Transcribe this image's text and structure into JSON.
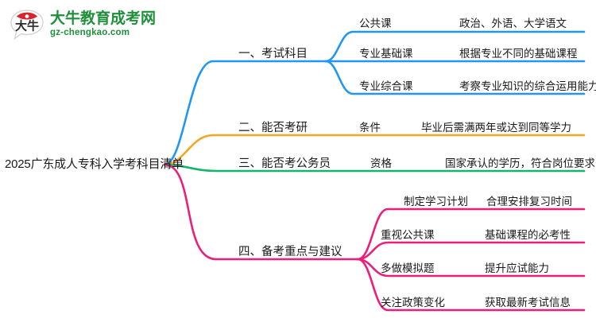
{
  "logo": {
    "mark_text": "大牛",
    "name": "大牛教育成考网",
    "domain": "gz-chengkao.com",
    "brand_color": "#1f8f3a",
    "mark_color": "#d7252b"
  },
  "colors": {
    "branch_1": "#2196f3",
    "branch_2": "#f5a623",
    "branch_3": "#13b56a",
    "branch_4": "#ec1e79",
    "text": "#1a1a1a"
  },
  "mindmap": {
    "root": "2025广东成人专科入学考科目清单",
    "branches": [
      {
        "label": "一、考试科目",
        "color": "#2196f3",
        "children": [
          {
            "label": "公共课",
            "detail": "政治、外语、大学语文"
          },
          {
            "label": "专业基础课",
            "detail": "根据专业不同的基础课程"
          },
          {
            "label": "专业综合课",
            "detail": "考察专业知识的综合运用能力"
          }
        ]
      },
      {
        "label": "二、能否考研",
        "color": "#f5a623",
        "children": [
          {
            "label": "条件",
            "detail": "毕业后需满两年或达到同等学力"
          }
        ]
      },
      {
        "label": "三、能否考公务员",
        "color": "#13b56a",
        "children": [
          {
            "label": "资格",
            "detail": "国家承认的学历，符合岗位要求"
          }
        ]
      },
      {
        "label": "四、备考重点与建议",
        "color": "#ec1e79",
        "children": [
          {
            "label": "制定学习计划",
            "detail": "合理安排复习时间"
          },
          {
            "label": "重视公共课",
            "detail": "基础课程的必考性"
          },
          {
            "label": "多做模拟题",
            "detail": "提升应试能力"
          },
          {
            "label": "关注政策变化",
            "detail": "获取最新考试信息"
          }
        ]
      }
    ]
  }
}
